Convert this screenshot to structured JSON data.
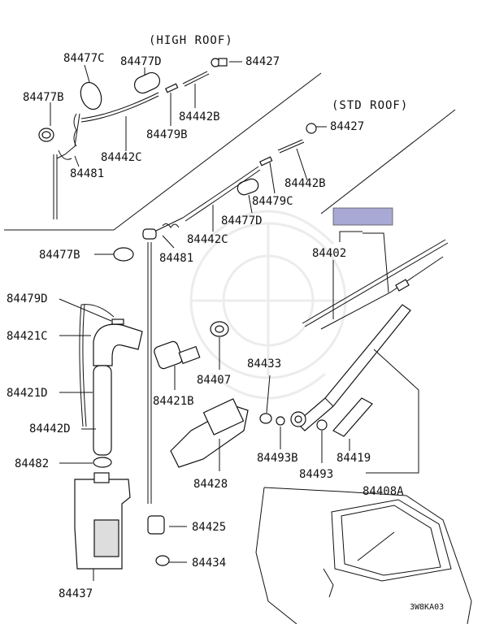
{
  "headers": {
    "high_roof": "(HIGH ROOF)",
    "std_roof": "(STD ROOF)"
  },
  "labels": {
    "p84477C": "84477C",
    "p84477D_top": "84477D",
    "p84427_top": "84427",
    "p84477B_top": "84477B",
    "p84442B_top": "84442B",
    "p84479B": "84479B",
    "p84442C_top": "84442C",
    "p84481_top": "84481",
    "p84427_std": "84427",
    "p84442B_std": "84442B",
    "p84479C": "84479C",
    "p84477D_std": "84477D",
    "p84442C_std": "84442C",
    "p84477B_mid": "84477B",
    "p84481_mid": "84481",
    "p84402": "84402",
    "p84479D": "84479D",
    "p84421C": "84421C",
    "p84407": "84407",
    "p84433": "84433",
    "p84421B": "84421B",
    "p84421D": "84421D",
    "p84442D": "84442D",
    "p84493B": "84493B",
    "p84419": "84419",
    "p84482": "84482",
    "p84493": "84493",
    "p84428": "84428",
    "p84408A": "84408A",
    "p84425": "84425",
    "p84434": "84434",
    "p84437": "84437"
  },
  "diagram_code": "3W8KA03",
  "colors": {
    "highlight": "#a9a9d6",
    "line": "#111111"
  }
}
